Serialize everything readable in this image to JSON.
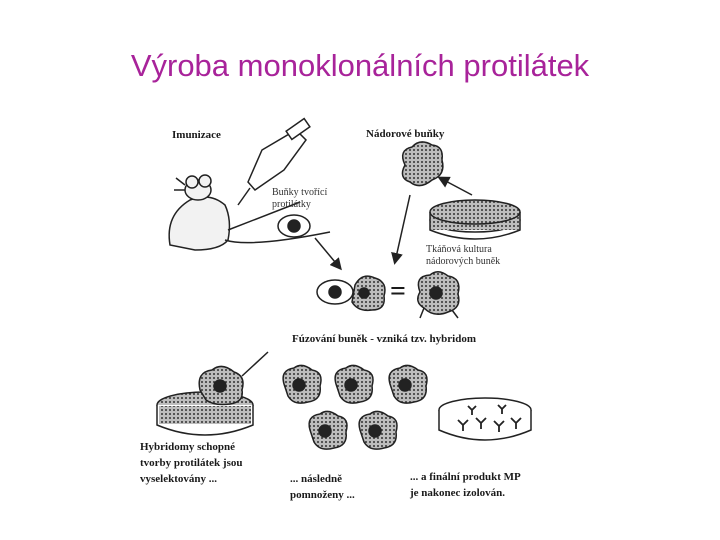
{
  "title": "Výroba monoklonálních protilátek",
  "labels": {
    "immunization": "Imunizace",
    "tumor_cells": "Nádorové buňky",
    "antibody_cells_1": "Buňky tvořící",
    "antibody_cells_2": "protilátky",
    "tissue_culture_1": "Tkáňová kultura",
    "tissue_culture_2": "nádorových buněk",
    "equals": "=",
    "fusion": "Fúzování buněk - vzniká tzv. hybridom",
    "hybridoma_1": "Hybridomy schopné",
    "hybridoma_2": "tvorby protilátek jsou",
    "hybridoma_3": "vyselektovány ...",
    "multiplied_1": "... následně",
    "multiplied_2": "pomnoženy ...",
    "final_1": "... a finální produkt MP",
    "final_2": "je nakonec izolován."
  },
  "colors": {
    "title": "#a8239a",
    "ink": "#1a1a1a",
    "cell_fill": "#7a7a7a"
  }
}
